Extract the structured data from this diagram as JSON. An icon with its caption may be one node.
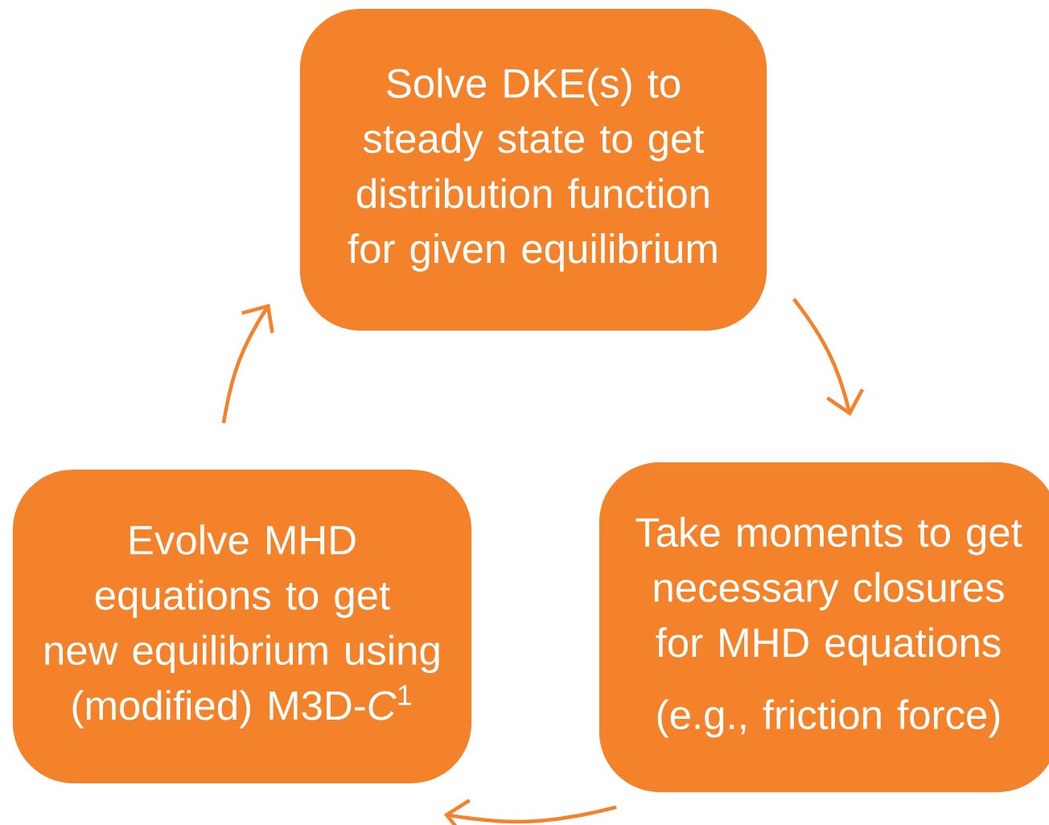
{
  "diagram": {
    "nodes": [
      {
        "text": [
          "Solve DKE(s) to steady state to get distribution function for given equilibrium"
        ]
      },
      {
        "text": [
          "Take moments to get necessary closures for MHD equations",
          "(e.g., friction force)"
        ]
      },
      {
        "text": [
          "Evolve MHD equations to get new equilibrium using (modified) M3D-*C*$^{1}$"
        ]
      }
    ],
    "edges": [
      {
        "from": 0,
        "to": 1,
        "arrow": "to"
      },
      {
        "from": 1,
        "to": 2,
        "arrow": "to"
      },
      {
        "from": 2,
        "to": 0,
        "arrow": "to"
      }
    ]
  }
}
